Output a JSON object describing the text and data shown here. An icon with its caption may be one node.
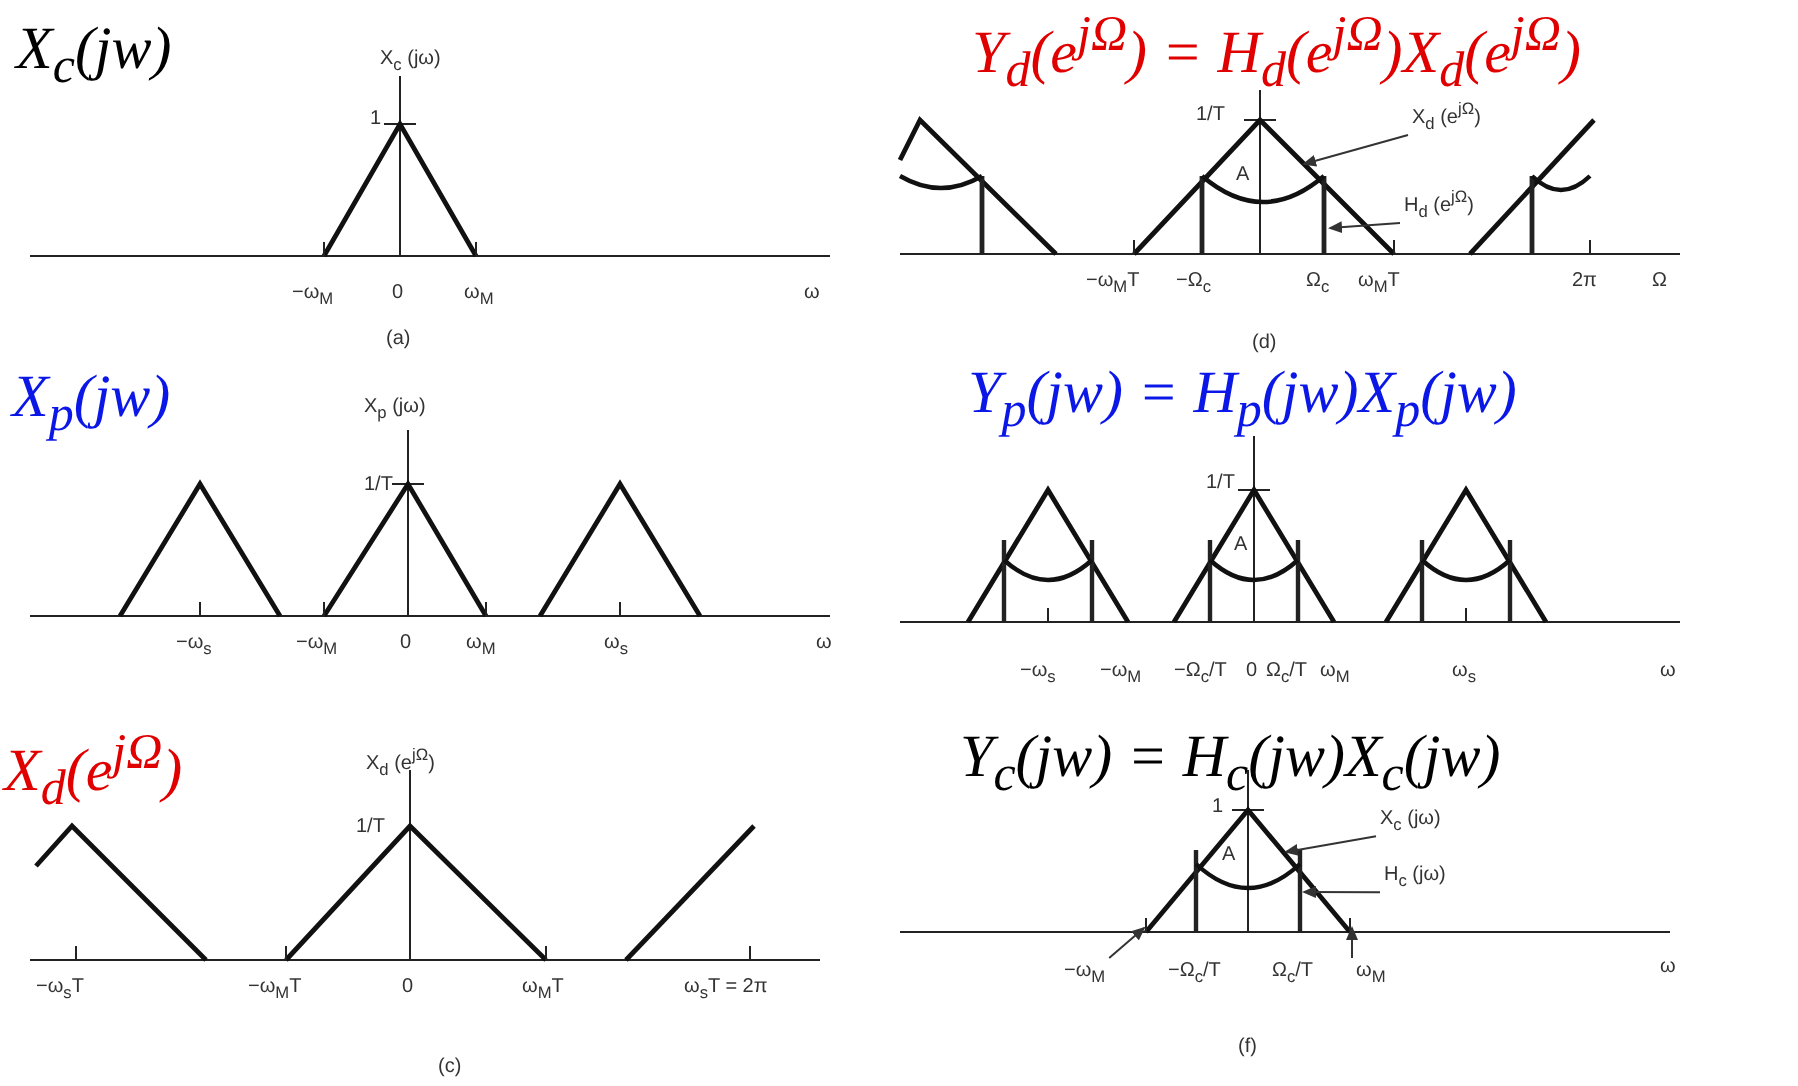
{
  "diagram": {
    "nodes": [
      {
        "text": [
          "X$_{d}$ (e$^{jΩ}$)"
        ]
      },
      {
        "text": [
          "H$_{d}$ (e$^{jΩ}$)"
        ]
      },
      {
        "text": [
          "X$_{c}$ (jω)"
        ]
      },
      {
        "text": [
          "H$_{c}$ (jω)"
        ]
      },
      {
        "text": [
          "−ω$_{M}$"
        ]
      },
      {
        "text": [
          "ω$_{M}$"
        ]
      }
    ],
    "edges": [
      {
        "from": 0,
        "to": null,
        "arrow": "to"
      },
      {
        "from": 1,
        "to": null,
        "arrow": "to"
      },
      {
        "from": 2,
        "to": null,
        "arrow": "to"
      },
      {
        "from": 3,
        "to": null,
        "arrow": "to"
      },
      {
        "from": 4,
        "to": null,
        "arrow": "to"
      },
      {
        "from": 5,
        "to": null,
        "arrow": "to"
      }
    ],
    "labels": [
      "X$_{c}$(jw)",
      "X$_{c}$ (jω)",
      "1",
      "−ω$_{M}$",
      "0",
      "ω$_{M}$",
      "ω",
      "(a)",
      "Y$_{d}$(e$^{jΩ}$) = H$_{d}$(e$^{jΩ}$)X$_{d}$(e$^{jΩ}$)",
      "1/T",
      "A",
      "−ω$_{M}$T",
      "−Ω$_{c}$",
      "Ω$_{c}$",
      "ω$_{M}$T",
      "2π",
      "Ω",
      "(d)",
      "X$_{p}$(jw)",
      "X$_{p}$ (jω)",
      "1/T",
      "−ω$_{s}$",
      "−ω$_{M}$",
      "0",
      "ω$_{M}$",
      "ω$_{s}$",
      "ω",
      "Y$_{p}$(jw) = H$_{p}$(jw)X$_{p}$(jw)",
      "1/T",
      "A",
      "−ω$_{s}$",
      "−ω$_{M}$",
      "−Ω$_{c}$/T",
      "0",
      "Ω$_{c}$/T",
      "ω$_{M}$",
      "ω$_{s}$",
      "ω",
      "X$_{d}$(e$^{jΩ}$)",
      "X$_{d}$ (e$^{jΩ}$)",
      "1/T",
      "−ω$_{s}$T",
      "−ω$_{M}$T",
      "0",
      "ω$_{M}$T",
      "ω$_{s}$T = 2π",
      "(c)",
      "Y$_{c}$(jw) = H$_{c}$(jw)X$_{c}$(jw)",
      "1",
      "A",
      "−Ω$_{c}$/T",
      "Ω$_{c}$/T",
      "ω",
      "(f)"
    ]
  }
}
